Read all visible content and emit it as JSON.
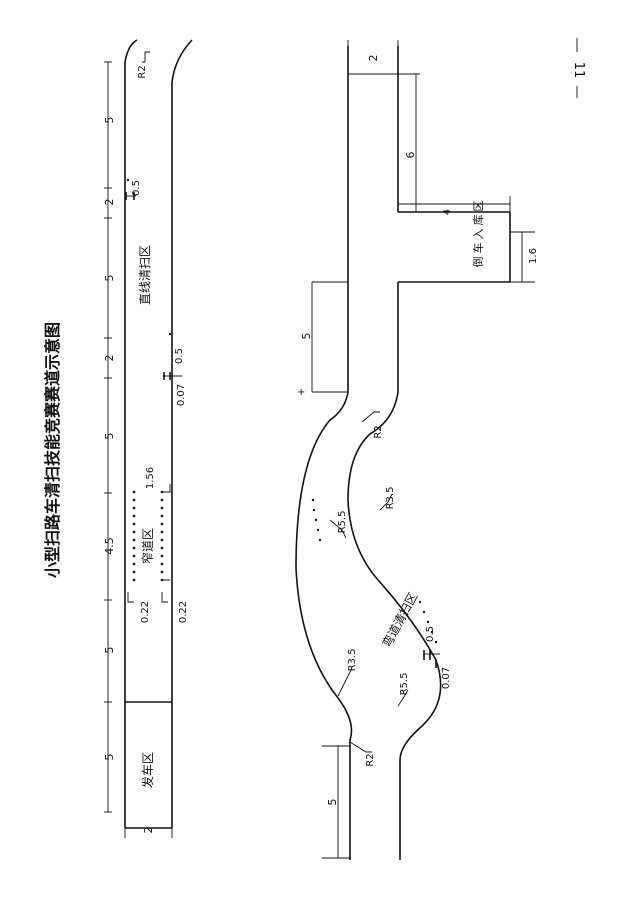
{
  "page": {
    "title": "小型扫路车清扫技能竞赛赛道示意图",
    "page_number": "11"
  },
  "straight_track": {
    "zone_start": "发车区",
    "zone_narrow": "窄道区",
    "zone_straight": "直线清扫区",
    "dimensions": [
      "5",
      "5",
      "4.5",
      "5",
      "2",
      "5",
      "2",
      "5"
    ],
    "width": "2",
    "corner_radius": "R2",
    "narrow_width": "1.56",
    "gap_small": "0.5",
    "gap_small_2": "0.5",
    "offset_1": "0.22",
    "offset_2": "0.22",
    "line_width": "0.07"
  },
  "curve_track": {
    "zone_reverse": "倒车入库区",
    "zone_reverse_chars": [
      "倒",
      "车",
      "入",
      "库",
      "区"
    ],
    "zone_curve": "弯道清扫区",
    "radii": [
      "R2",
      "R3.5",
      "R5.5",
      "R3.5",
      "R5.5",
      "R2"
    ],
    "dim_top_width": "2",
    "dim_garage_len": "6",
    "dim_garage_width": "4",
    "dim_garage_depth": "1.6",
    "dim_entry": "5",
    "dim_exit": "5",
    "gap_small": "0.5",
    "line_width": "0.07"
  }
}
